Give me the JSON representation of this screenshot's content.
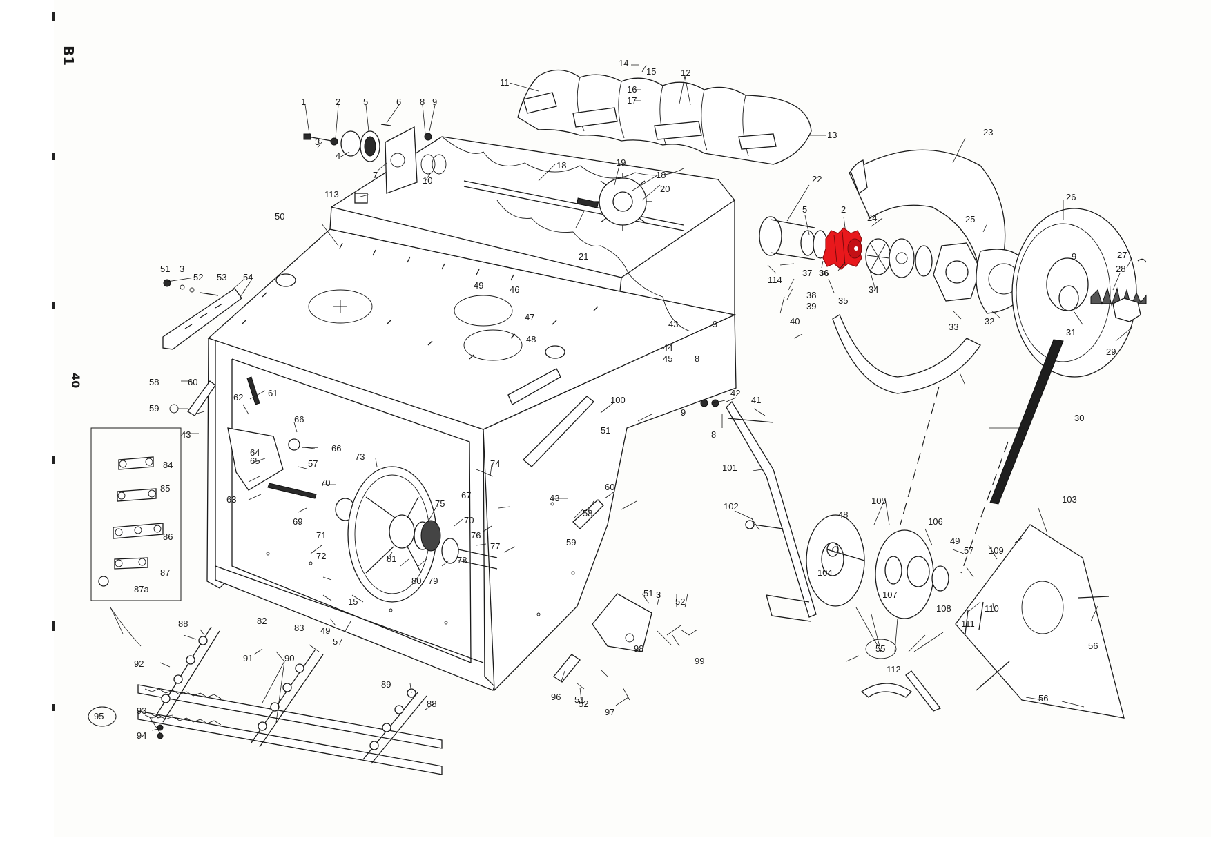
{
  "page": {
    "code": "B1",
    "number": "40"
  },
  "highlight": {
    "part": "36",
    "color": "#e8181c"
  },
  "parts": {
    "p1": "1",
    "p2": "2",
    "p3": "3",
    "p4": "4",
    "p5": "5",
    "p6": "6",
    "p7": "7",
    "p8": "8",
    "p9": "9",
    "p10": "10",
    "p11": "11",
    "p12": "12",
    "p13": "13",
    "p14": "14",
    "p15": "15",
    "p16": "16",
    "p17": "17",
    "p18": "18",
    "p18b": "18",
    "p19": "19",
    "p20": "20",
    "p21": "21",
    "p22": "22",
    "p23": "23",
    "p24": "24",
    "p25": "25",
    "p26": "26",
    "p27": "27",
    "p28": "28",
    "p29": "29",
    "p30": "30",
    "p31": "31",
    "p32": "32",
    "p33": "33",
    "p34": "34",
    "p35": "35",
    "p36": "36",
    "p37": "37",
    "p38": "38",
    "p39": "39",
    "p40": "40",
    "p41": "41",
    "p42": "42",
    "p43a": "43",
    "p43b": "43",
    "p43c": "43",
    "p44": "44",
    "p45": "45",
    "p46": "46",
    "p47": "47",
    "p48a": "48",
    "p48b": "48",
    "p49a": "49",
    "p49b": "49",
    "p49c": "49",
    "p50": "50",
    "p51a": "51",
    "p51b": "51",
    "p51c": "51",
    "p51d": "51",
    "p52a": "52",
    "p52b": "52",
    "p52c": "52",
    "p53": "53",
    "p54": "54",
    "p55": "55",
    "p56a": "56",
    "p56b": "56",
    "p57a": "57",
    "p57b": "57",
    "p57c": "57",
    "p58a": "58",
    "p58b": "58",
    "p59a": "59",
    "p59b": "59",
    "p60a": "60",
    "p60b": "60",
    "p61": "61",
    "p62": "62",
    "p63": "63",
    "p64": "64",
    "p65": "65",
    "p66a": "66",
    "p66b": "66",
    "p67": "67",
    "p69": "69",
    "p70a": "70",
    "p70b": "70",
    "p71": "71",
    "p72": "72",
    "p73": "73",
    "p74": "74",
    "p75": "75",
    "p76": "76",
    "p77": "77",
    "p78": "78",
    "p79": "79",
    "p80": "80",
    "p81": "81",
    "p82": "82",
    "p83": "83",
    "p84": "84",
    "p85": "85",
    "p86": "86",
    "p87": "87",
    "p87a": "87a",
    "p88a": "88",
    "p88b": "88",
    "p89": "89",
    "p90": "90",
    "p91": "91",
    "p92": "92",
    "p93": "93",
    "p94": "94",
    "p95": "95",
    "p96": "96",
    "p97": "97",
    "p98": "98",
    "p99": "99",
    "p100": "100",
    "p101": "101",
    "p102": "102",
    "p103": "103",
    "p104": "104",
    "p105": "105",
    "p106": "106",
    "p107": "107",
    "p108": "108",
    "p109": "109",
    "p110": "110",
    "p111": "111",
    "p112": "112",
    "p113": "113",
    "p114": "114",
    "p3b": "3",
    "p3c": "3",
    "p5b": "5",
    "p2b": "2",
    "p8b": "8",
    "p8c": "8",
    "p9b": "9",
    "p9c": "9",
    "p15b": "15",
    "p9d": "9"
  }
}
